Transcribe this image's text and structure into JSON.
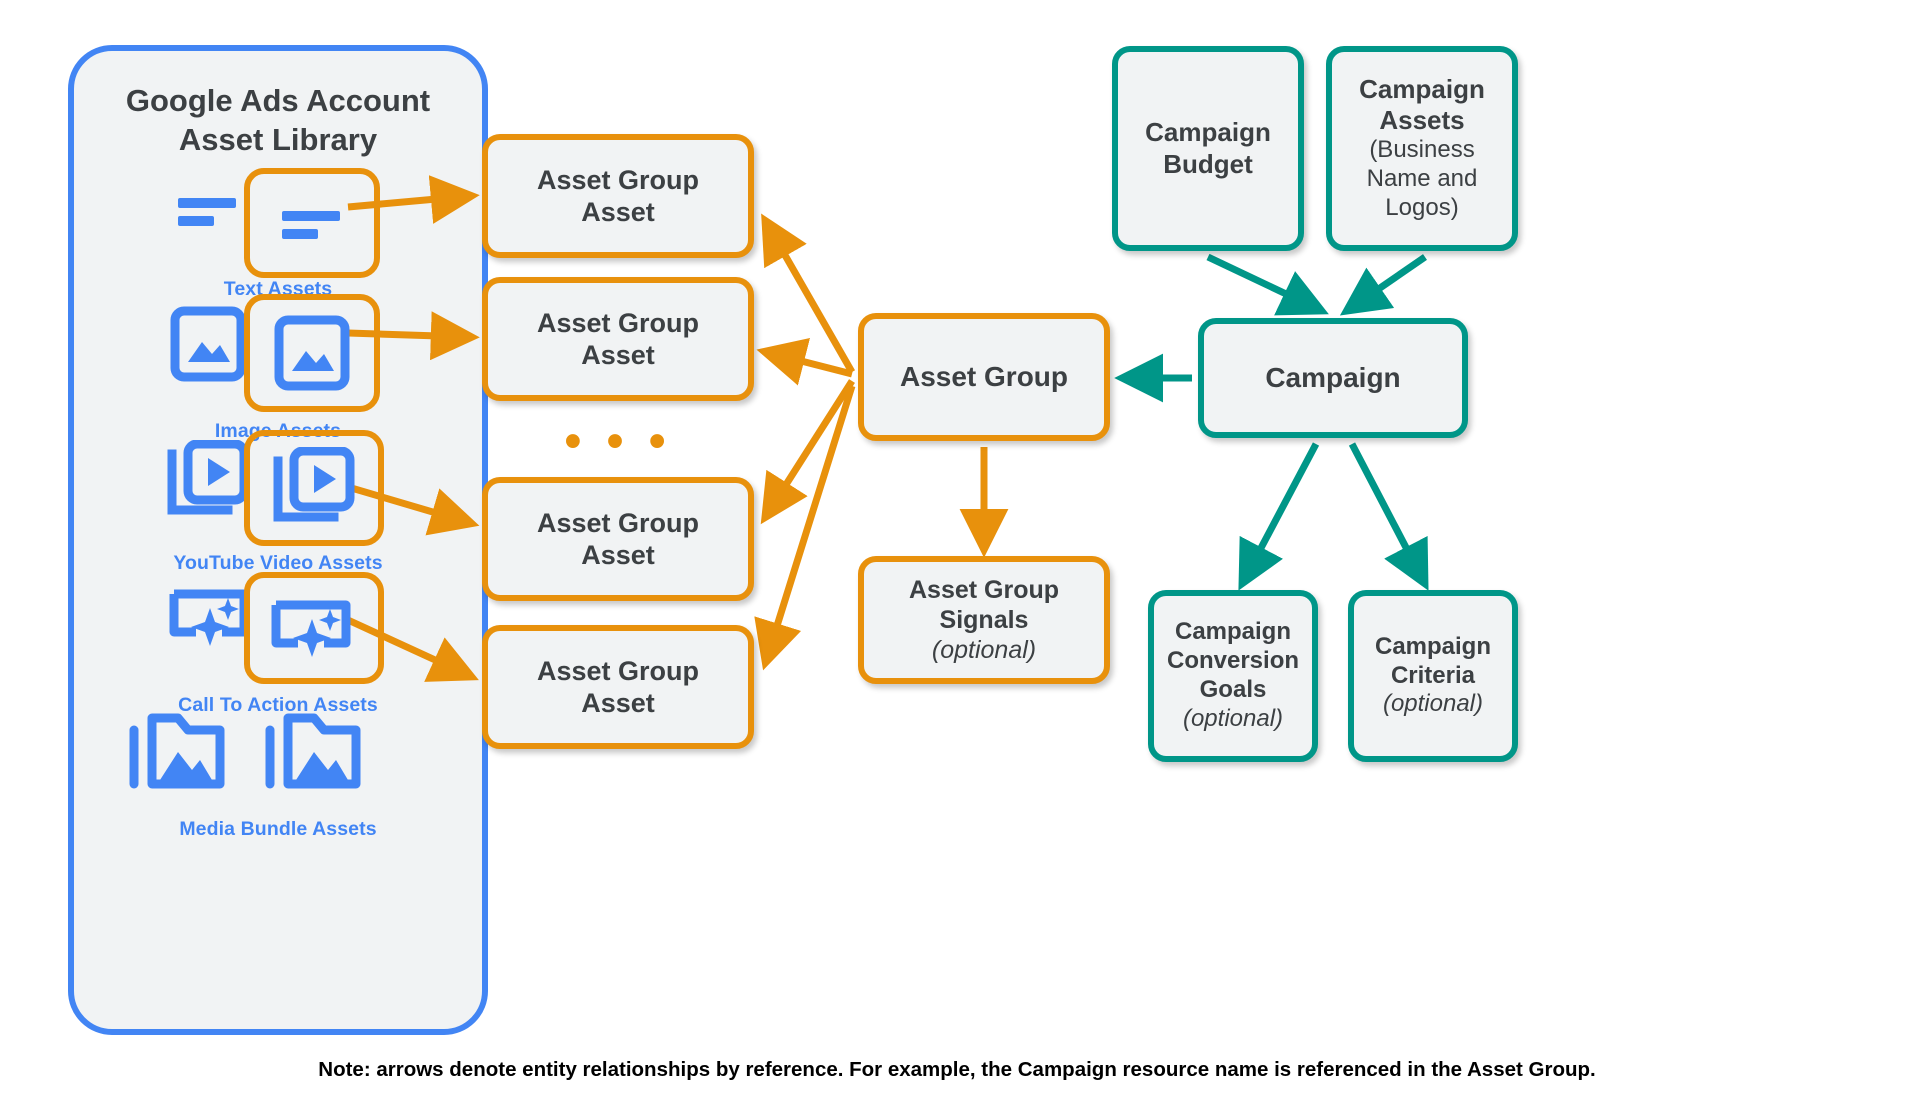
{
  "colors": {
    "blue": "#4285f4",
    "orange": "#e8910c",
    "teal": "#009688",
    "box_fill": "#f1f3f4",
    "text": "#3c4043"
  },
  "library": {
    "title": "Google Ads Account\nAsset Library",
    "assets": [
      {
        "label": "Text Assets",
        "icon": "text-asset-icon"
      },
      {
        "label": "Image Assets",
        "icon": "image-asset-icon"
      },
      {
        "label": "YouTube Video  Assets",
        "icon": "video-asset-icon"
      },
      {
        "label": "Call To Action Assets",
        "icon": "call-to-action-asset-icon"
      },
      {
        "label": "Media Bundle  Assets",
        "icon": "media-bundle-asset-icon"
      }
    ]
  },
  "asset_group_assets": [
    {
      "label": "Asset Group\nAsset"
    },
    {
      "label": "Asset Group\nAsset"
    },
    {
      "label": "Asset Group\nAsset"
    },
    {
      "label": "Asset Group\nAsset"
    }
  ],
  "ellipsis": "• • •",
  "center": {
    "asset_group": "Asset Group",
    "asset_group_signals_title": "Asset Group\nSignals",
    "asset_group_signals_sub": "(optional)"
  },
  "campaign_side": {
    "campaign_budget": "Campaign\nBudget",
    "campaign_assets_title": "Campaign\nAssets",
    "campaign_assets_sub": "(Business\nName and\nLogos)",
    "campaign": "Campaign",
    "conversion_goals_title": "Campaign\nConversion\nGoals",
    "conversion_goals_sub": "(optional)",
    "criteria_title": "Campaign\nCriteria",
    "criteria_sub": "(optional)"
  },
  "note": "Note: arrows denote entity relationships by reference. For example, the Campaign resource name is referenced in the Asset Group."
}
